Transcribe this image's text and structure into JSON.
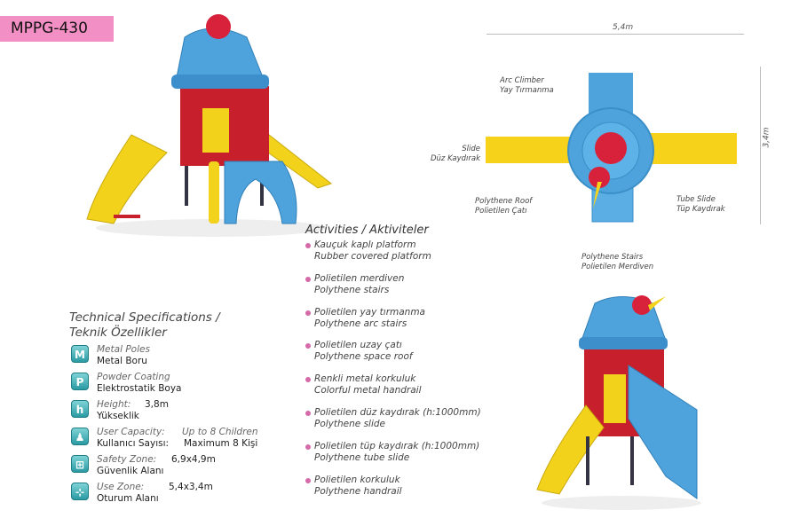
{
  "model_code": "MPPG-430",
  "specs": {
    "title_en": "Technical Specifications /",
    "title_tr": "Teknik Özellikler",
    "items": [
      {
        "icon": "metal-poles-icon",
        "glyph": "M",
        "en": "Metal Poles",
        "tr": "Metal Boru"
      },
      {
        "icon": "powder-coating-icon",
        "glyph": "P",
        "en": "Powder Coating",
        "tr": "Elektrostatik Boya"
      },
      {
        "icon": "height-icon",
        "glyph": "h",
        "en": "Height:",
        "tr": "Yükseklik",
        "value": "3,8m"
      },
      {
        "icon": "user-capacity-icon",
        "glyph": "♟",
        "en": "User Capacity:",
        "tr": "Kullanıcı Sayısı:",
        "value_en": "Up to 8 Children",
        "value_tr": "Maximum 8 Kişi"
      },
      {
        "icon": "safety-zone-icon",
        "glyph": "⊞",
        "en": "Safety Zone:",
        "tr": "Güvenlik Alanı",
        "value": "6,9x4,9m"
      },
      {
        "icon": "use-zone-icon",
        "glyph": "⊹",
        "en": "Use Zone:",
        "tr": "Oturum Alanı",
        "value": "5,4x3,4m"
      }
    ]
  },
  "activities": {
    "title": "Activities / Aktiviteler",
    "items": [
      {
        "tr": "Kauçuk kaplı platform",
        "en": "Rubber covered platform"
      },
      {
        "tr": "Polietilen merdiven",
        "en": "Polythene stairs"
      },
      {
        "tr": "Polietilen yay tırmanma",
        "en": "Polythene arc stairs"
      },
      {
        "tr": "Polietilen uzay çatı",
        "en": "Polythene space roof"
      },
      {
        "tr": "Renkli metal korkuluk",
        "en": "Colorful metal handrail"
      },
      {
        "tr": "Polietilen düz kaydırak (h:1000mm)",
        "en": "Polythene slide"
      },
      {
        "tr": "Polietilen tüp kaydırak (h:1000mm)",
        "en": "Polythene tube slide"
      },
      {
        "tr": "Polietilen korkuluk",
        "en": "Polythene handrail"
      }
    ]
  },
  "top_view": {
    "width_dim": "5,4m",
    "depth_dim": "3,4m",
    "labels": {
      "arc_climber": [
        "Arc Climber",
        "Yay Tırmanma"
      ],
      "slide": [
        "Slide",
        "Düz Kaydırak"
      ],
      "roof": [
        "Polythene Roof",
        "Polietilen Çatı"
      ],
      "tube_slide": [
        "Tube Slide",
        "Tüp Kaydırak"
      ],
      "stairs": [
        "Polythene Stairs",
        "Polietilen Merdiven"
      ]
    }
  },
  "colors": {
    "badge": "#f28fc4",
    "blue": "#4fa3dc",
    "yellow": "#f7d21a",
    "red": "#d8213a",
    "bullet": "#d46aa8"
  }
}
